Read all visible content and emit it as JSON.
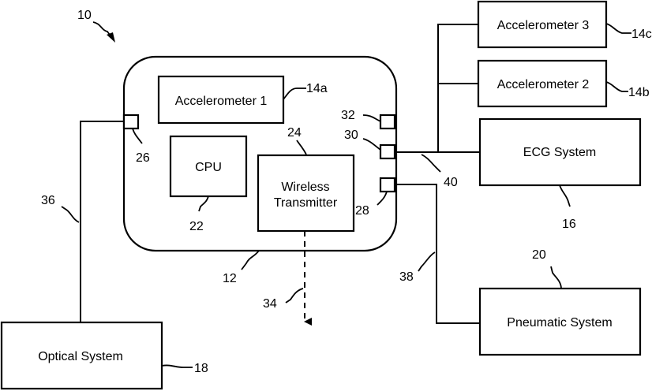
{
  "figure_ref": "10",
  "device": {
    "ref": "12",
    "accelerometer_1": {
      "label": "Accelerometer 1",
      "ref": "14a"
    },
    "cpu": {
      "label": "CPU",
      "ref": "22"
    },
    "transmitter": {
      "label_line1": "Wireless",
      "label_line2": "Transmitter",
      "ref": "24"
    },
    "ports": {
      "p26": "26",
      "p28": "28",
      "p30": "30",
      "p32": "32"
    }
  },
  "external": {
    "accelerometer_3": {
      "label": "Accelerometer 3",
      "ref": "14c"
    },
    "accelerometer_2": {
      "label": "Accelerometer 2",
      "ref": "14b"
    },
    "ecg": {
      "label": "ECG System",
      "ref": "16"
    },
    "pneumatic": {
      "label": "Pneumatic System",
      "ref": "20"
    },
    "optical": {
      "label": "Optical System",
      "ref": "18"
    }
  },
  "links": {
    "optical_link": "36",
    "ecg_link": "40",
    "pneumatic_link": "38",
    "wireless_signal": "34"
  }
}
